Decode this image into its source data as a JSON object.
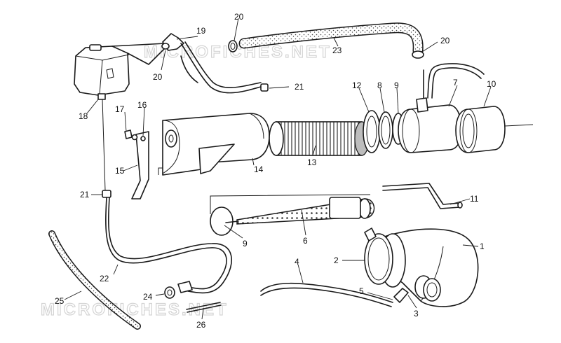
{
  "watermark": {
    "top": "MICROFICHES.NET",
    "bottom": "MICROFICHES.NET"
  },
  "callouts": [
    {
      "id": "c1",
      "text": "1"
    },
    {
      "id": "c2",
      "text": "2"
    },
    {
      "id": "c3",
      "text": "3"
    },
    {
      "id": "c4",
      "text": "4"
    },
    {
      "id": "c5",
      "text": "5"
    },
    {
      "id": "c6",
      "text": "6"
    },
    {
      "id": "c7",
      "text": "7"
    },
    {
      "id": "c8",
      "text": "8"
    },
    {
      "id": "c9a",
      "text": "9"
    },
    {
      "id": "c9b",
      "text": "9"
    },
    {
      "id": "c10",
      "text": "10"
    },
    {
      "id": "c11",
      "text": "11"
    },
    {
      "id": "c12",
      "text": "12"
    },
    {
      "id": "c13",
      "text": "13"
    },
    {
      "id": "c14",
      "text": "14"
    },
    {
      "id": "c15",
      "text": "15"
    },
    {
      "id": "c16",
      "text": "16"
    },
    {
      "id": "c17",
      "text": "17"
    },
    {
      "id": "c18",
      "text": "18"
    },
    {
      "id": "c19",
      "text": "19"
    },
    {
      "id": "c20a",
      "text": "20"
    },
    {
      "id": "c20b",
      "text": "20"
    },
    {
      "id": "c20c",
      "text": "20"
    },
    {
      "id": "c21a",
      "text": "21"
    },
    {
      "id": "c21b",
      "text": "21"
    },
    {
      "id": "c22",
      "text": "22"
    },
    {
      "id": "c23",
      "text": "23"
    },
    {
      "id": "c24",
      "text": "24"
    },
    {
      "id": "c25",
      "text": "25"
    },
    {
      "id": "c26",
      "text": "26"
    }
  ]
}
